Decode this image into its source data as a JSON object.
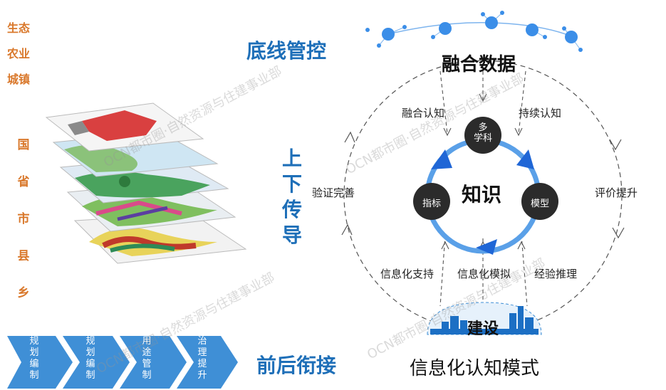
{
  "left_top": [
    "生态",
    "农业",
    "城镇"
  ],
  "admin_levels": [
    "国",
    "省",
    "市",
    "县",
    "乡"
  ],
  "titles": {
    "bottom_line": "底线管控",
    "up_down": [
      "上",
      "下",
      "传",
      "导"
    ],
    "front_back": "前后衔接"
  },
  "chevrons": [
    [
      "规",
      "划",
      "编",
      "制"
    ],
    [
      "规",
      "划",
      "编",
      "制"
    ],
    [
      "用",
      "途",
      "管",
      "制"
    ],
    [
      "治",
      "理",
      "提",
      "升"
    ]
  ],
  "diagram": {
    "top": "融合数据",
    "center": "知识",
    "nodes": {
      "top": "多\n学科",
      "left": "指标",
      "right": "模型"
    },
    "upper_left": "融合认知",
    "upper_right": "持续认知",
    "left": "验证完善",
    "right": "评价提升",
    "lower_left": "信息化支持",
    "lower_mid": "信息化模拟",
    "lower_right": "经验推理",
    "bottom": "建设",
    "caption": "信息化认知模式"
  },
  "watermark": "OCN都市圈·自然资源与住建事业部",
  "colors": {
    "orange": "#d9782b",
    "blue": "#1e6fb8",
    "chevron": "#3f8fd6",
    "ring": "#5aa0e8",
    "node": "#2b2b2b"
  }
}
